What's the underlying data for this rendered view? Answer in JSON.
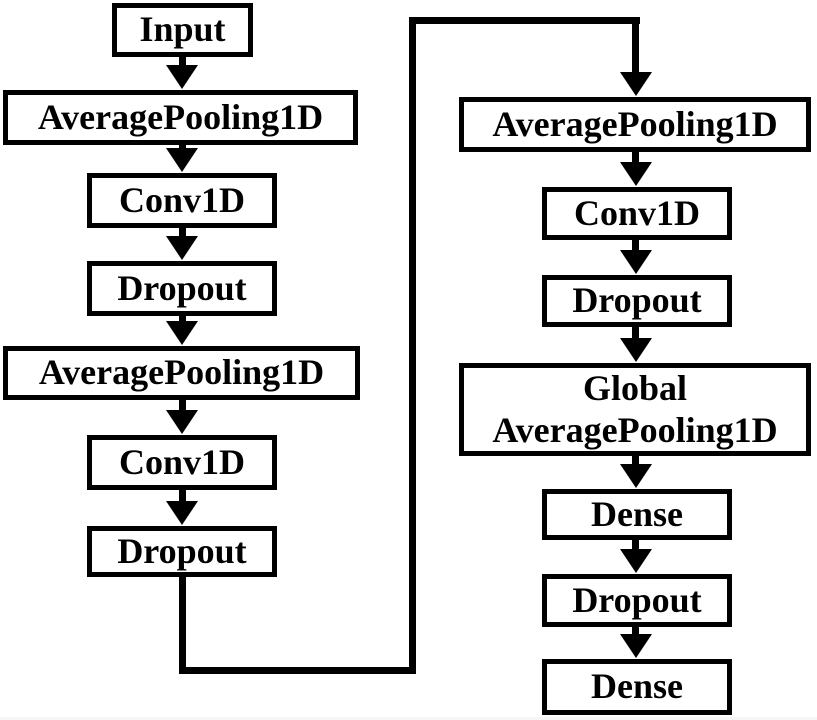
{
  "diagram": {
    "background_color": "#ffffff",
    "stroke_color": "#000000",
    "left_column": {
      "nodes": [
        "Input",
        "AveragePooling1D",
        "Conv1D",
        "Dropout",
        "AveragePooling1D",
        "Conv1D",
        "Dropout"
      ]
    },
    "right_column": {
      "nodes": [
        "AveragePooling1D",
        "Conv1D",
        "Dropout",
        "Global AveragePooling1D",
        "Dense",
        "Dropout",
        "Dense"
      ]
    },
    "global_pool": {
      "line1": "Global",
      "line2": "AveragePooling1D"
    },
    "flow": "Left column bottom Dropout connects via right-angle polyline to top of right column AveragePooling1D"
  }
}
